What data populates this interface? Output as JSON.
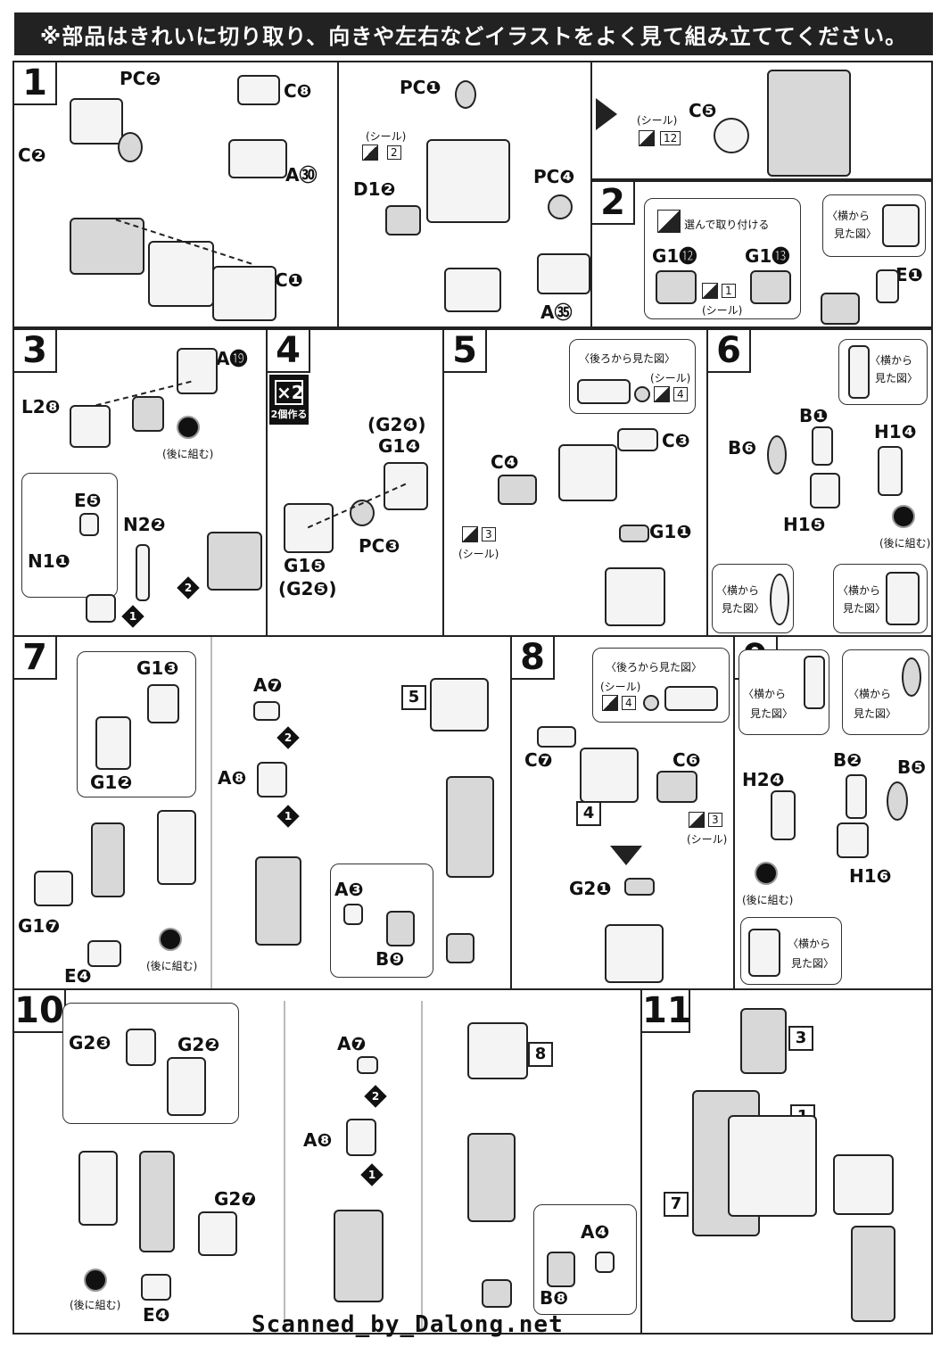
{
  "banner": "※部品はきれいに切り取り、向きや左右などイラストをよく見て組み立ててください。",
  "sticker_label": "(シール)",
  "choose_label": "選んで取り付ける",
  "back_view": "〈後ろから見た図〉",
  "side_view_1": "〈横から",
  "side_view_2": "見た図〉",
  "attach_later": "(後に組む)",
  "make_two": "2個作る",
  "x2": "×2",
  "footer": "Scanned_by_Dalong.net",
  "steps": {
    "s1": {
      "num": "1",
      "parts": [
        "PC❷",
        "C❷",
        "C❽",
        "A㉚",
        "C❶",
        "PC❶",
        "D1❷",
        "PC❹",
        "A㉟",
        "C❺"
      ],
      "stickers": [
        "2",
        "12"
      ]
    },
    "s2": {
      "num": "2",
      "parts": [
        "G1⓬",
        "G1⓭",
        "E❶"
      ],
      "stickers": [
        "1"
      ]
    },
    "s3": {
      "num": "3",
      "parts": [
        "A⓳",
        "L2❽",
        "E❺",
        "N2❷",
        "N1❶"
      ],
      "steps_order": [
        "1",
        "2"
      ]
    },
    "s4": {
      "num": "4",
      "parts": [
        "(G2❹)",
        "G1❹",
        "PC❸",
        "G1❺",
        "(G2❺)"
      ]
    },
    "s5": {
      "num": "5",
      "parts": [
        "C❸",
        "C❹",
        "G1❶"
      ],
      "stickers": [
        "4",
        "3"
      ]
    },
    "s6": {
      "num": "6",
      "parts": [
        "B❶",
        "H1❹",
        "B❻",
        "H1❺"
      ]
    },
    "s7": {
      "num": "7",
      "parts": [
        "G1❸",
        "G1❷",
        "G1❼",
        "E❹",
        "A❼",
        "A❽",
        "A❸",
        "B❾"
      ],
      "ref": "5",
      "steps_order": [
        "1",
        "2"
      ]
    },
    "s8": {
      "num": "8",
      "parts": [
        "C❼",
        "C❻",
        "G2❶"
      ],
      "stickers": [
        "4",
        "3"
      ],
      "ref": "4"
    },
    "s9": {
      "num": "9",
      "parts": [
        "B❷",
        "B❺",
        "H2❹",
        "H1❻"
      ]
    },
    "s10": {
      "num": "10",
      "parts": [
        "G2❸",
        "G2❷",
        "G2❼",
        "E❹",
        "A❼",
        "A❽",
        "A❹",
        "B❽"
      ],
      "ref": "8",
      "steps_order": [
        "1",
        "2"
      ]
    },
    "s11": {
      "num": "11",
      "refs": [
        "3",
        "1",
        "7"
      ]
    }
  }
}
